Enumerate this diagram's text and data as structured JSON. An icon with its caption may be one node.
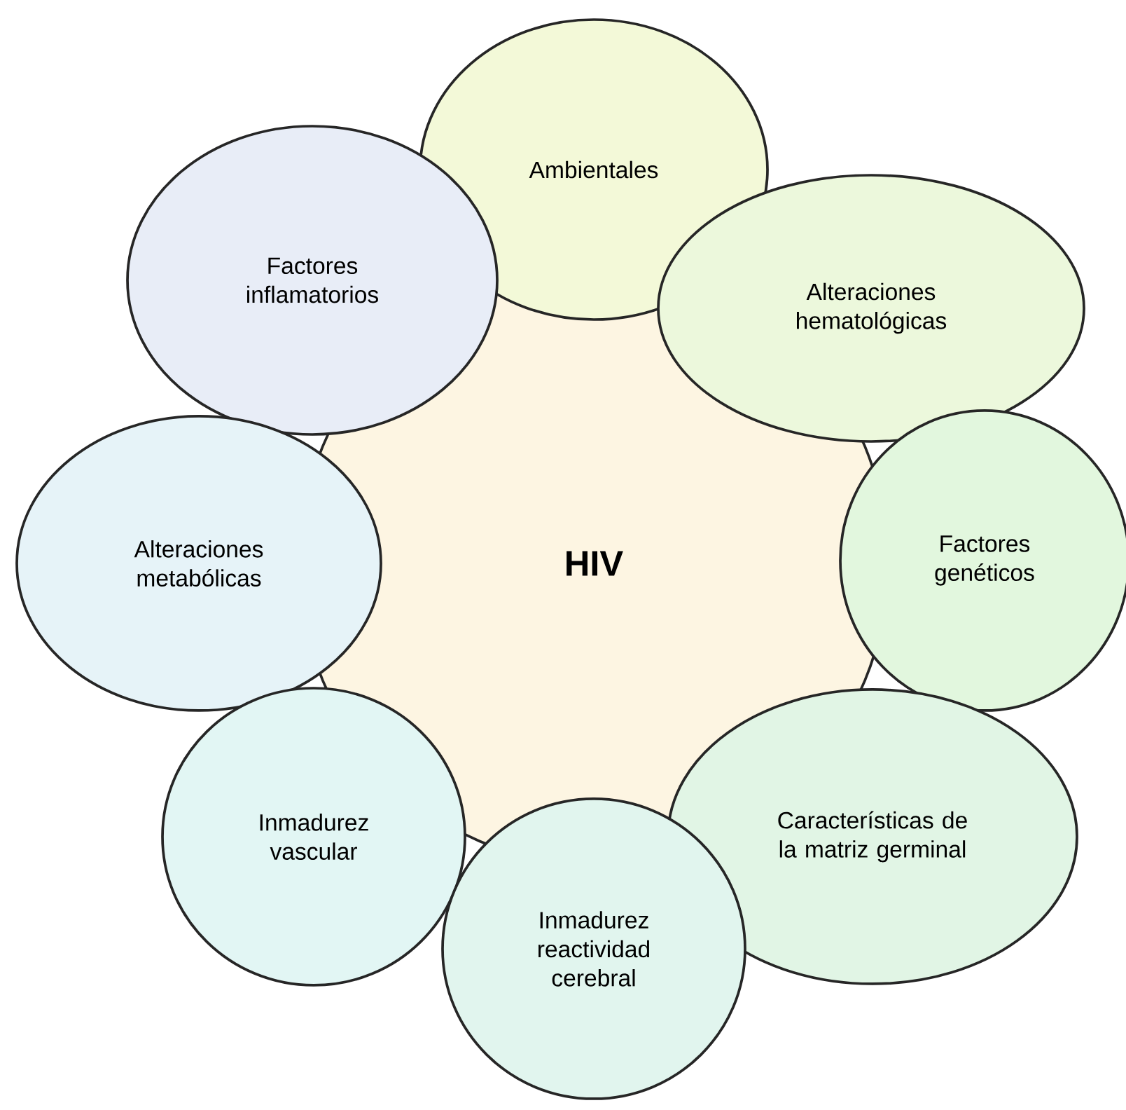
{
  "diagram": {
    "nodes": [
      {
        "text": [
          "Ambientales"
        ]
      },
      {
        "text": [
          "Factores inflamatorios"
        ]
      },
      {
        "text": [
          "Alteraciones hematológicas"
        ]
      },
      {
        "text": [
          "Alteraciones metabólicas"
        ]
      },
      {
        "text": [
          "HIV"
        ]
      },
      {
        "text": [
          "Factores genéticos"
        ]
      },
      {
        "text": [
          "Inmadurez vascular"
        ]
      },
      {
        "text": [
          "Características de la matriz germinal"
        ]
      },
      {
        "text": [
          "Inmadurez reactividad cerebral"
        ]
      }
    ]
  }
}
